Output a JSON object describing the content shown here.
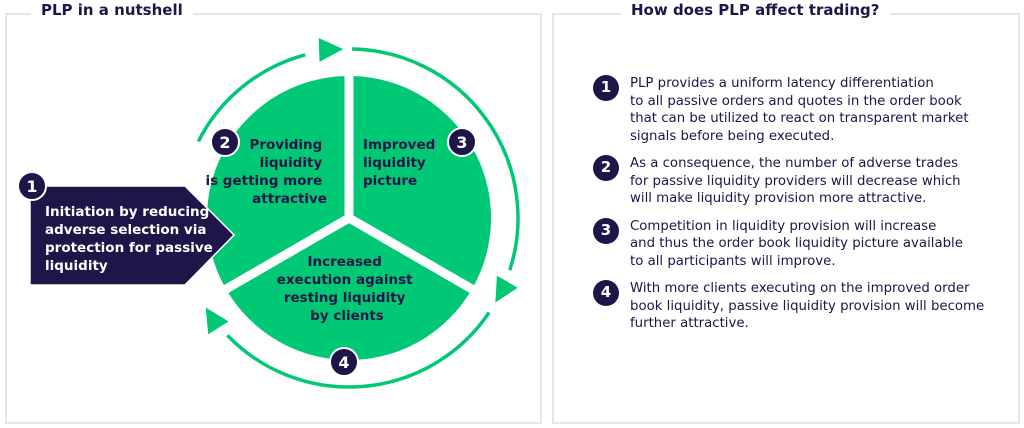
{
  "colors": {
    "navy": "#1e1548",
    "green": "#00c875",
    "border": "#e6e6e6"
  },
  "left_panel": {
    "title": "PLP in a nutshell",
    "initiation": {
      "number": "1",
      "lines": [
        "Initiation by reducing",
        "adverse selection via",
        "protection for passive",
        "liquidity"
      ]
    },
    "segments": [
      {
        "number": "2",
        "lines": [
          "Providing",
          "liquidity",
          "is getting more",
          "attractive"
        ]
      },
      {
        "number": "3",
        "lines": [
          "Improved",
          "liquidity",
          "picture"
        ]
      },
      {
        "number": "4",
        "lines": [
          "Increased",
          "execution against",
          "resting liquidity",
          "by clients"
        ]
      }
    ]
  },
  "right_panel": {
    "title": "How does PLP affect trading?",
    "items": [
      {
        "number": "1",
        "lines": [
          "PLP provides a uniform latency differentiation",
          "to all passive orders and quotes in the order book",
          "that can be utilized to react on transparent market",
          "signals before being executed."
        ]
      },
      {
        "number": "2",
        "lines": [
          "As a consequence, the number of adverse trades",
          "for passive liquidity providers will decrease which",
          "will make liquidity provision more attractive."
        ]
      },
      {
        "number": "3",
        "lines": [
          "Competition in liquidity provision will increase",
          "and thus the order book liquidity picture available",
          "to all participants will improve."
        ]
      },
      {
        "number": "4",
        "lines": [
          "With more clients executing on the improved order",
          "book liquidity, passive liquidity provision will become",
          "further attractive."
        ]
      }
    ]
  }
}
